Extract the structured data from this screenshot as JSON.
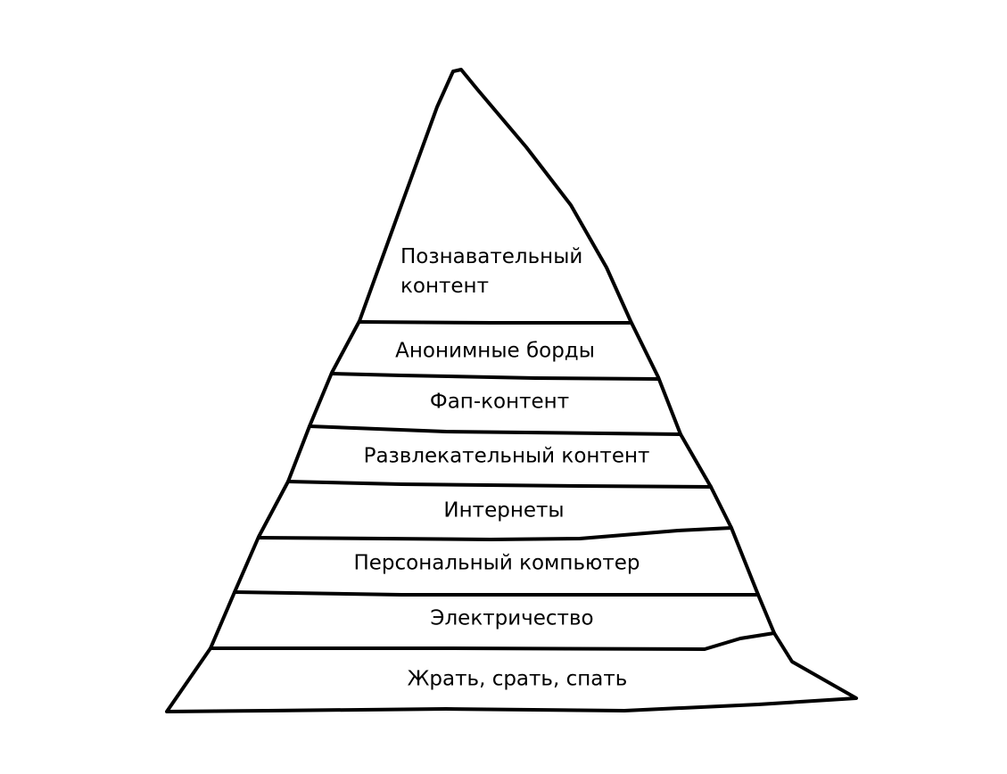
{
  "pyramid": {
    "levels": [
      {
        "label_line1": "Познавательный",
        "label_line2": "контент"
      },
      {
        "label": "Анонимные борды"
      },
      {
        "label": "Фап-контент"
      },
      {
        "label": "Развлекательный контент"
      },
      {
        "label": "Интернеты"
      },
      {
        "label": "Персональный компьютер"
      },
      {
        "label": "Электричество"
      },
      {
        "label": "Жрать, срать, спать"
      }
    ],
    "stroke_color": "#000000",
    "background_color": "#ffffff"
  }
}
